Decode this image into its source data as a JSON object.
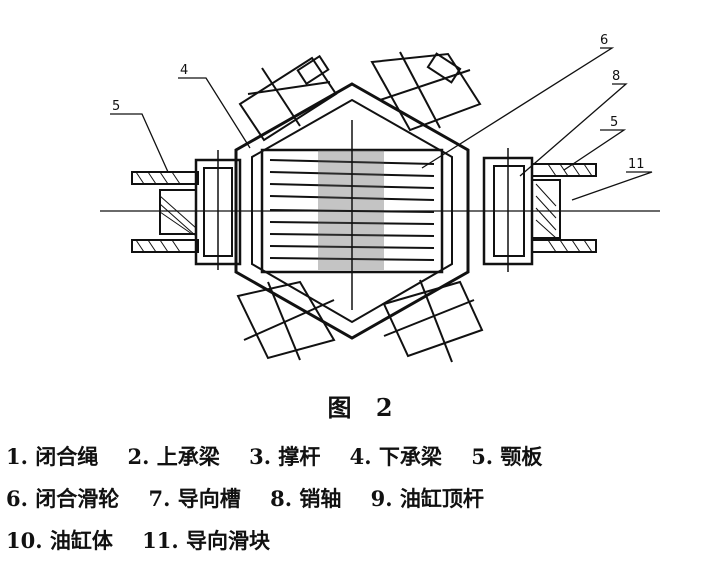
{
  "figure": {
    "callouts": [
      "4",
      "5",
      "6",
      "8",
      "5",
      "11"
    ]
  },
  "caption": "图 2",
  "legend_rows": [
    [
      "1. 闭合绳",
      "2. 上承梁",
      "3. 撑杆",
      "4. 下承梁",
      "5. 颚板"
    ],
    [
      "6. 闭合滑轮",
      "7. 导向槽",
      "8. 销轴",
      "9. 油缸顶杆"
    ],
    [
      "10. 油缸体",
      "11. 导向滑块"
    ]
  ]
}
